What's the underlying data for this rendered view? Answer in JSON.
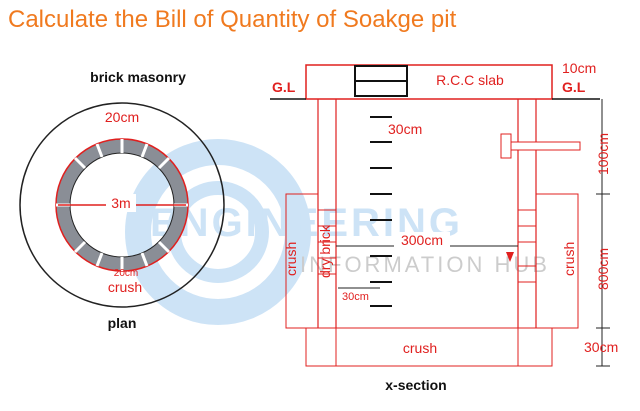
{
  "title": "Calculate the Bill of Quantity of Soakge pit",
  "plan": {
    "heading": "brick masonry",
    "dim_wall": "20cm",
    "dim_dia": "3m",
    "dim_inner": "20cm",
    "crush": "crush",
    "caption": "plan"
  },
  "section": {
    "gl_left": "G.L",
    "gl_right": "G.L",
    "slab": "R.C.C slab",
    "slab_thickness": "10cm",
    "dim_30cm_top": "30cm",
    "dim_100cm": "100cm",
    "dry_brick": "dry brick",
    "dim_300cm": "300cm",
    "crush_left": "crush",
    "crush_right": "crush",
    "dim_800cm": "800cm",
    "dim_30cm_side": "30cm",
    "crush_bottom": "crush",
    "dim_30cm_bottom": "30cm",
    "caption": "x-section"
  },
  "watermark": {
    "line1": "ENGINEERING",
    "line2": "INFORMATION HUB"
  },
  "colors": {
    "title": "#f07a1f",
    "dimension": "#e0201f",
    "line": "#222222",
    "wall_fill": "#8a8e96",
    "watermark": "#9cc8ee"
  }
}
